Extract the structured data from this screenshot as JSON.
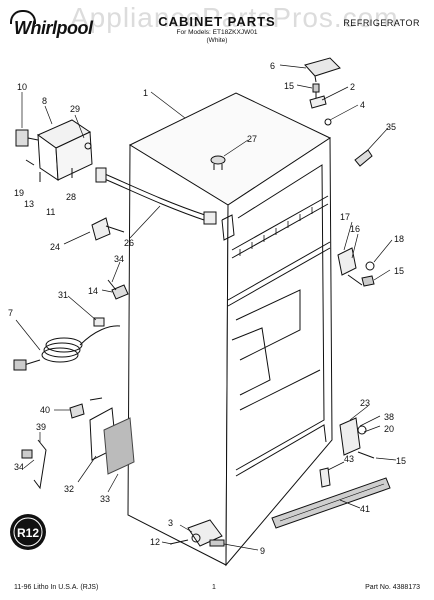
{
  "header": {
    "watermark": "AppliancePartsPros.com",
    "brand": "Whirlpool",
    "title": "CABINET PARTS",
    "subtitle_model": "For Models: ET18ZKXJW01",
    "subtitle_color": "(White)",
    "category": "REFRIGERATOR"
  },
  "footer": {
    "left": "11-96 Litho In U.S.A. (RJS)",
    "page": "1",
    "part_no": "Part No. 4388173"
  },
  "badge": {
    "text": "R12"
  },
  "callouts": [
    "1",
    "2",
    "3",
    "4",
    "6",
    "7",
    "8",
    "9",
    "10",
    "11",
    "12",
    "13",
    "14",
    "15",
    "15",
    "15",
    "15",
    "16",
    "17",
    "18",
    "19",
    "20",
    "23",
    "24",
    "26",
    "27",
    "28",
    "29",
    "31",
    "32",
    "33",
    "34",
    "34",
    "35",
    "38",
    "39",
    "40",
    "41",
    "43"
  ]
}
